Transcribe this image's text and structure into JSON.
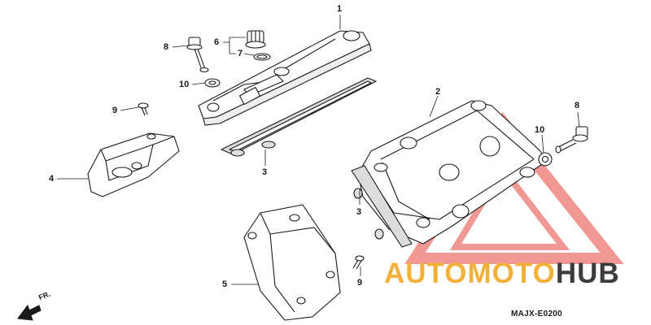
{
  "diagram": {
    "callouts": [
      {
        "id": "c1a",
        "label": "1"
      },
      {
        "id": "c2",
        "label": "2"
      },
      {
        "id": "c3a",
        "label": "3"
      },
      {
        "id": "c3b",
        "label": "3"
      },
      {
        "id": "c4",
        "label": "4"
      },
      {
        "id": "c5",
        "label": "5"
      },
      {
        "id": "c6",
        "label": "6"
      },
      {
        "id": "c7",
        "label": "7"
      },
      {
        "id": "c8a",
        "label": "8"
      },
      {
        "id": "c8b",
        "label": "8"
      },
      {
        "id": "c9a",
        "label": "9"
      },
      {
        "id": "c9b",
        "label": "9"
      },
      {
        "id": "c10a",
        "label": "10"
      },
      {
        "id": "c10b",
        "label": "10"
      }
    ],
    "direction_label": "FR.",
    "part_code": "MAJX-E0200"
  },
  "watermark": {
    "brand_part1": "AUTOMOTO",
    "brand_part2": "HUB",
    "colors": {
      "triangle": "#e8443c",
      "accent": "#f3b13a",
      "dark": "#3c3c3c"
    }
  }
}
